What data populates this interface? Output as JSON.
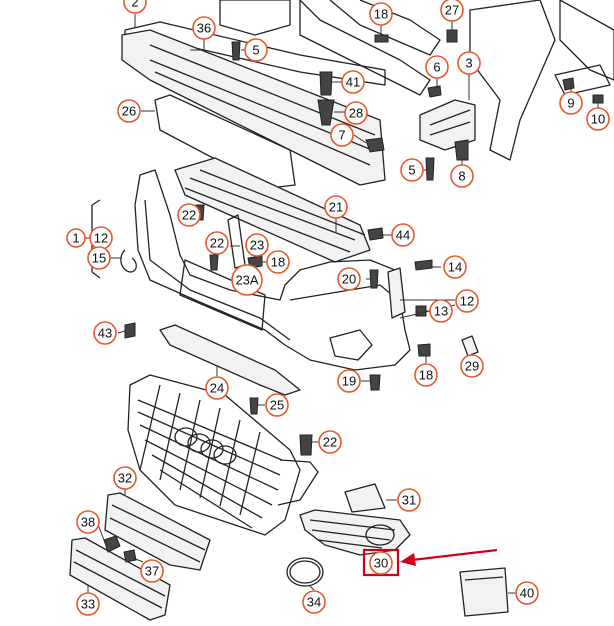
{
  "diagram": {
    "highlighted_part": "30",
    "accent_color": "#e8572b",
    "highlight_color": "#d0021b",
    "callouts": [
      "2",
      "36",
      "5",
      "18",
      "27",
      "3",
      "6",
      "41",
      "28",
      "26",
      "7",
      "9",
      "10",
      "5",
      "8",
      "12",
      "22",
      "21",
      "44",
      "1",
      "15",
      "22",
      "23",
      "18",
      "23A",
      "20",
      "14",
      "13",
      "12",
      "43",
      "24",
      "19",
      "18",
      "29",
      "25",
      "22",
      "32",
      "31",
      "38",
      "37",
      "30",
      "33",
      "34",
      "40"
    ]
  }
}
